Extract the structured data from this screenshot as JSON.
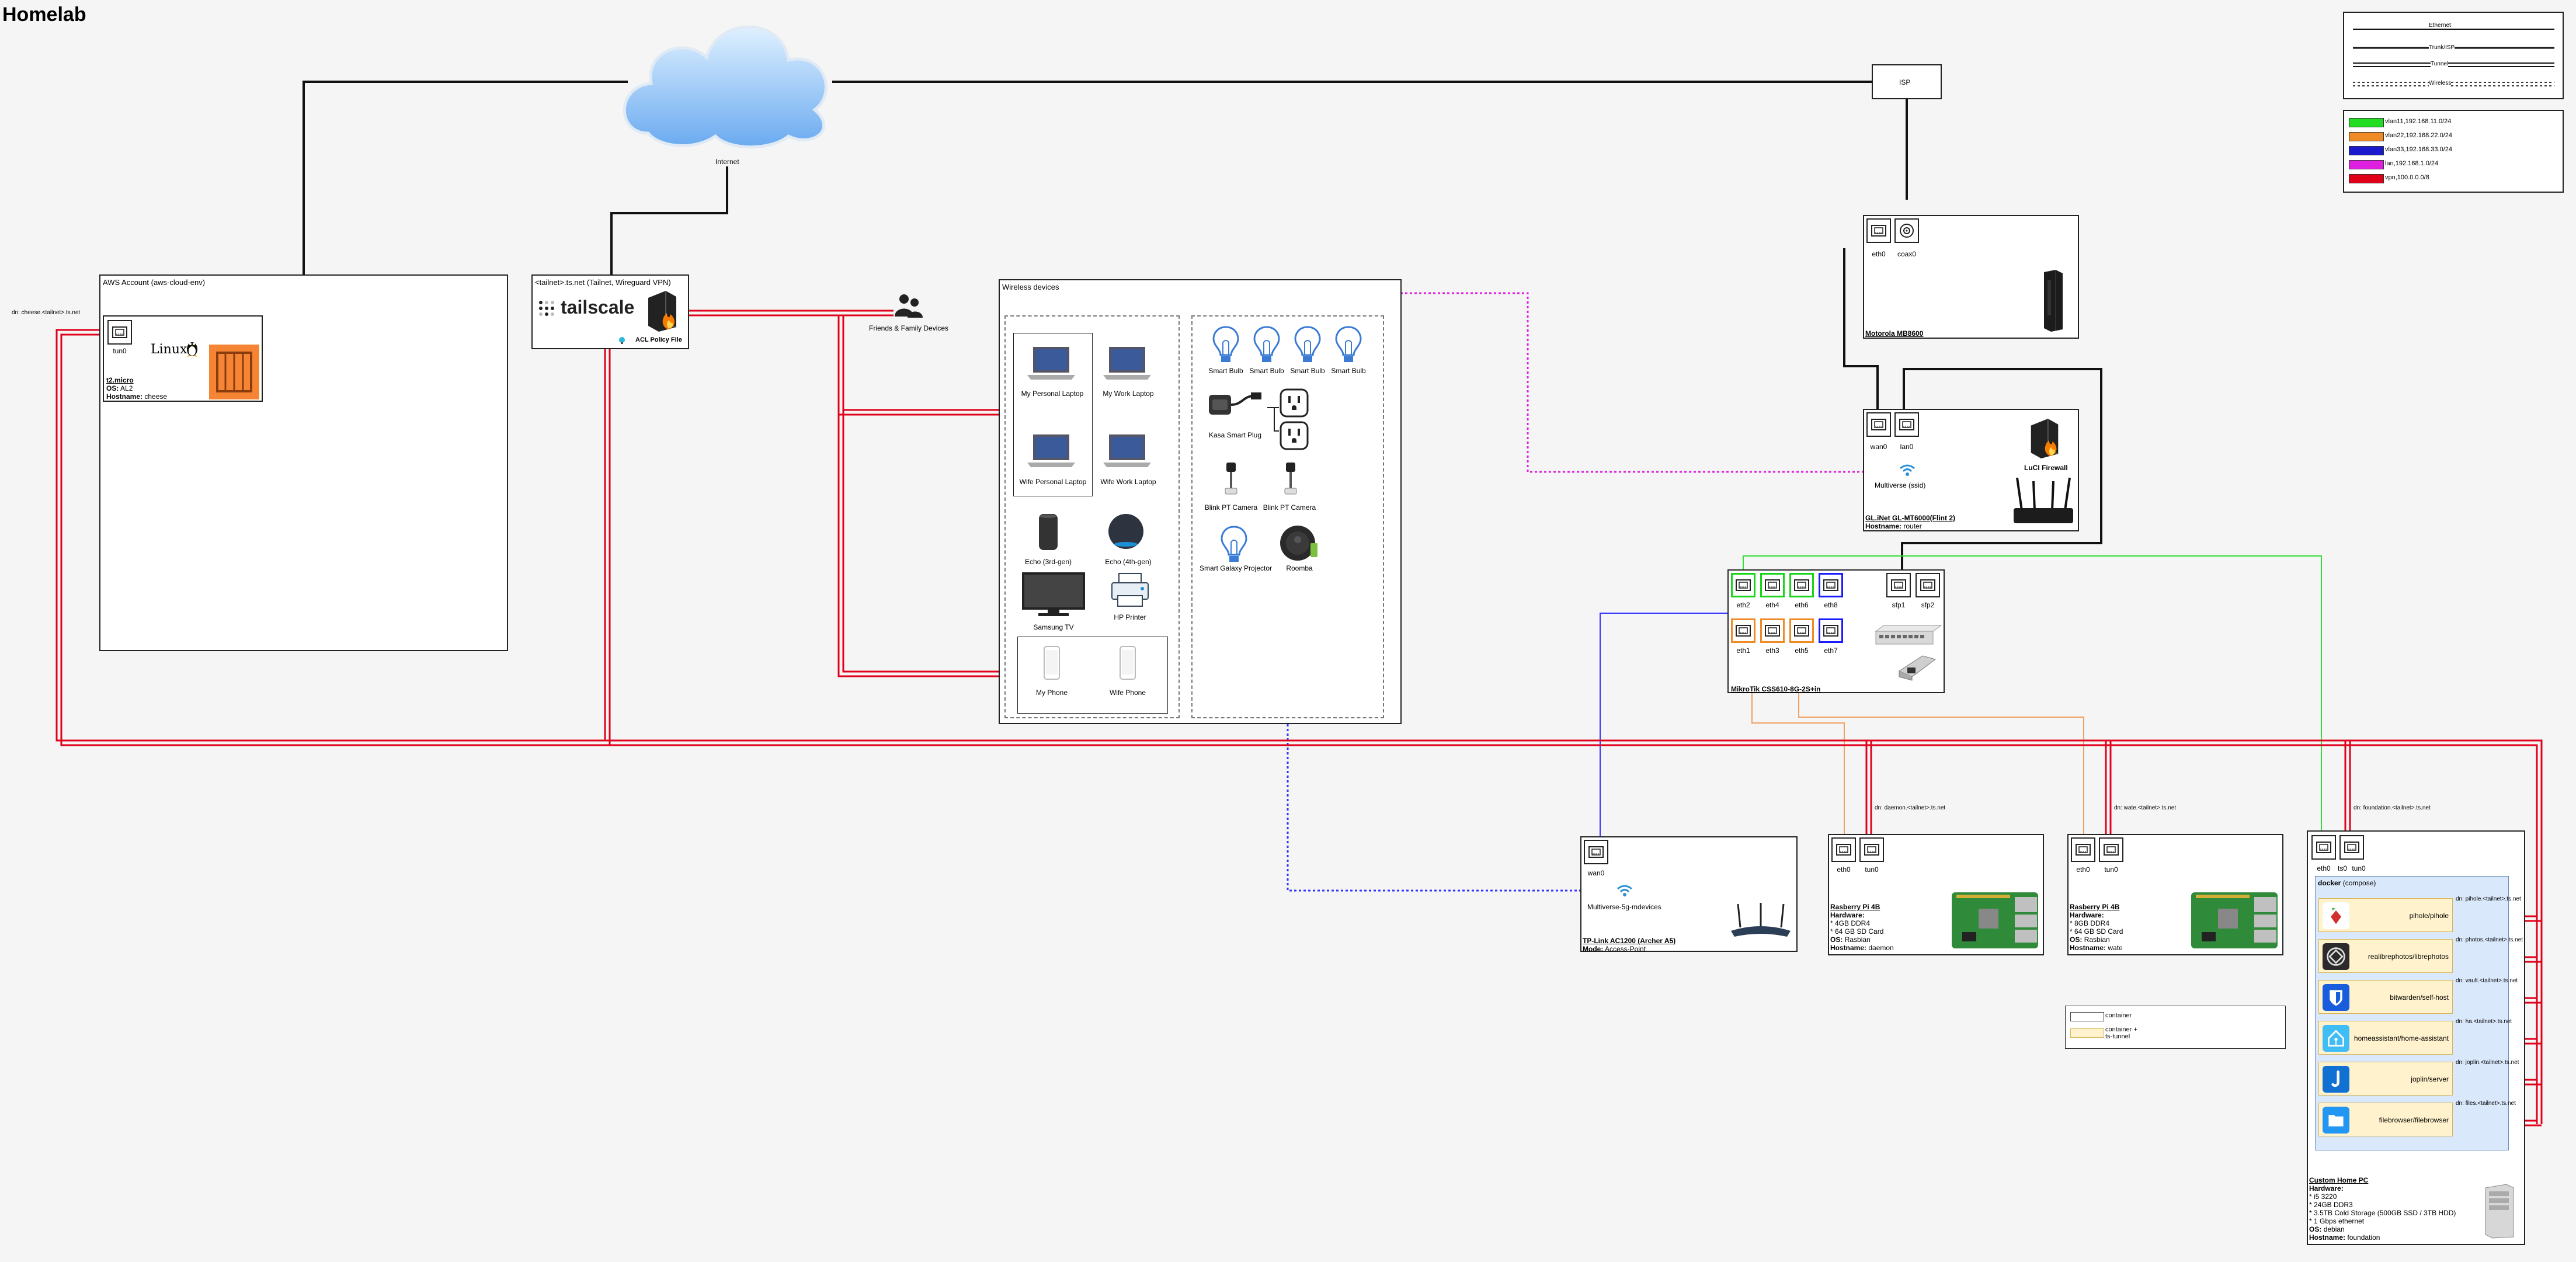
{
  "title": "Homelab",
  "legend": {
    "lines": [
      "Ethernet",
      "Trunk/ISP",
      "Tunnel",
      "Wireless"
    ],
    "vlans": [
      {
        "color": "#22dd22",
        "label": "vlan11,192.168.11.0/24"
      },
      {
        "color": "#f08a24",
        "label": "vlan22,192.168.22.0/24"
      },
      {
        "color": "#1a1acc",
        "label": "vlan33,192.168.33.0/24"
      },
      {
        "color": "#e020e0",
        "label": "lan,192.168.1.0/24"
      },
      {
        "color": "#e0001a",
        "label": "vpn,100.0.0.0/8"
      }
    ],
    "container": "container",
    "container_tunnel": "container +\nts-tunnel"
  },
  "cloud": {
    "label": "Internet"
  },
  "isp": {
    "label": "ISP"
  },
  "aws": {
    "title": "AWS Account (aws-cloud-env)",
    "dns": "dn: cheese.<tailnet>.ts.net",
    "port": "tun0",
    "linux": "Linux",
    "instance": "t2.micro",
    "os_key": "OS:",
    "os": "AL2",
    "host_key": "Hostname:",
    "host": "cheese"
  },
  "tailscale": {
    "title": "<tailnet>.ts.net (Tailnet, Wireguard VPN)",
    "logo": "tailscale",
    "acl": "ACL Policy File"
  },
  "friends": "Friends & Family Devices",
  "wireless": {
    "title": "Wireless devices",
    "left": [
      {
        "name": "My Personal Laptop"
      },
      {
        "name": "My Work Laptop"
      },
      {
        "name": "Wife Personal Laptop"
      },
      {
        "name": "Wife Work Laptop"
      },
      {
        "name": "Echo (3rd-gen)"
      },
      {
        "name": "Echo (4th-gen)"
      },
      {
        "name": "Samsung TV"
      },
      {
        "name": "HP Printer"
      },
      {
        "name": "My Phone"
      },
      {
        "name": "Wife Phone"
      }
    ],
    "right": [
      {
        "name": "Smart Bulb"
      },
      {
        "name": "Smart Bulb"
      },
      {
        "name": "Smart Bulb"
      },
      {
        "name": "Smart Bulb"
      },
      {
        "name": "Kasa Smart Plug"
      },
      {
        "name": "Blink PT Camera"
      },
      {
        "name": "Blink PT Camera"
      },
      {
        "name": "Smart Galaxy Projector"
      },
      {
        "name": "Roomba"
      }
    ]
  },
  "modem": {
    "ports": [
      "eth0",
      "coax0"
    ],
    "name": "Motorola MB8600"
  },
  "router": {
    "ports": [
      "wan0",
      "lan0"
    ],
    "wifi": "Multiverse (ssid)",
    "firewall": "LuCI Firewall",
    "name": "GL.iNet GL-MT6000(Flint 2)",
    "host_key": "Hostname:",
    "host": "router"
  },
  "switch": {
    "top_ports": [
      "eth2",
      "eth4",
      "eth6",
      "eth8"
    ],
    "sfp_ports": [
      "sfp1",
      "sfp2"
    ],
    "bottom_ports": [
      "eth1",
      "eth3",
      "eth5",
      "eth7"
    ],
    "name": "MikroTik CSS610-8G-2S+in"
  },
  "ap": {
    "port": "wan0",
    "wifi": "Multiverse-5g-mdevices",
    "name": "TP-Link AC1200 (Archer A5)",
    "mode_key": "Mode:",
    "mode": "Access-Point"
  },
  "pi1": {
    "dns": "dn: daemon.<tailnet>.ts.net",
    "ports": [
      "eth0",
      "tun0"
    ],
    "name": "Rasberry Pi 4B",
    "hw_key": "Hardware:",
    "hw": [
      "* 4GB DDR4",
      "* 64 GB SD Card"
    ],
    "os_key": "OS:",
    "os": "Rasbian",
    "host_key": "Hostname:",
    "host": "daemon"
  },
  "pi2": {
    "dns": "dn: wate.<tailnet>.ts.net",
    "ports": [
      "eth0",
      "tun0"
    ],
    "name": "Rasberry Pi 4B",
    "hw_key": "Hardware:",
    "hw": [
      "* 8GB DDR4",
      "* 64 GB SD Card"
    ],
    "os_key": "OS:",
    "os": "Rasbian",
    "host_key": "Hostname:",
    "host": "wate"
  },
  "pc": {
    "dns": "dn: foundation.<tailnet>.ts.net",
    "ports": [
      "eth0",
      "ts0",
      "tun0"
    ],
    "docker": "docker",
    "docker_sub": "(compose)",
    "services": [
      {
        "name": "pihole/pihole",
        "dns": "dn: pihole.<tailnet>.ts.net",
        "icon": "pihole-icon",
        "bg": "#ffffff"
      },
      {
        "name": "realibrephotos/librephotos",
        "dns": "dn: photos.<tailnet>.ts.net",
        "icon": "librephotos-icon",
        "bg": "#2b2b2b"
      },
      {
        "name": "bitwarden/self-host",
        "dns": "dn: vault.<tailnet>.ts.net",
        "icon": "bitwarden-icon",
        "bg": "#175ddc"
      },
      {
        "name": "homeassistant/home-assistant",
        "dns": "dn: ha.<tailnet>.ts.net",
        "icon": "homeassistant-icon",
        "bg": "#41bdf5"
      },
      {
        "name": "joplin/server",
        "dns": "dn: joplin.<tailnet>.ts.net",
        "icon": "joplin-icon",
        "bg": "#1071d3"
      },
      {
        "name": "filebrowser/filebrowser",
        "dns": "dn: files.<tailnet>.ts.net",
        "icon": "filebrowser-icon",
        "bg": "#2196f3"
      }
    ],
    "name": "Custom Home PC",
    "hw_key": "Hardware:",
    "hw": [
      "* i5 3220",
      "* 24GB DDR3",
      "* 3.5TB Cold Storage (500GB SSD / 3TB HDD)",
      "* 1 Gbps ethernet"
    ],
    "os_key": "OS:",
    "os": "debian",
    "host_key": "Hostname:",
    "host": "foundation"
  }
}
